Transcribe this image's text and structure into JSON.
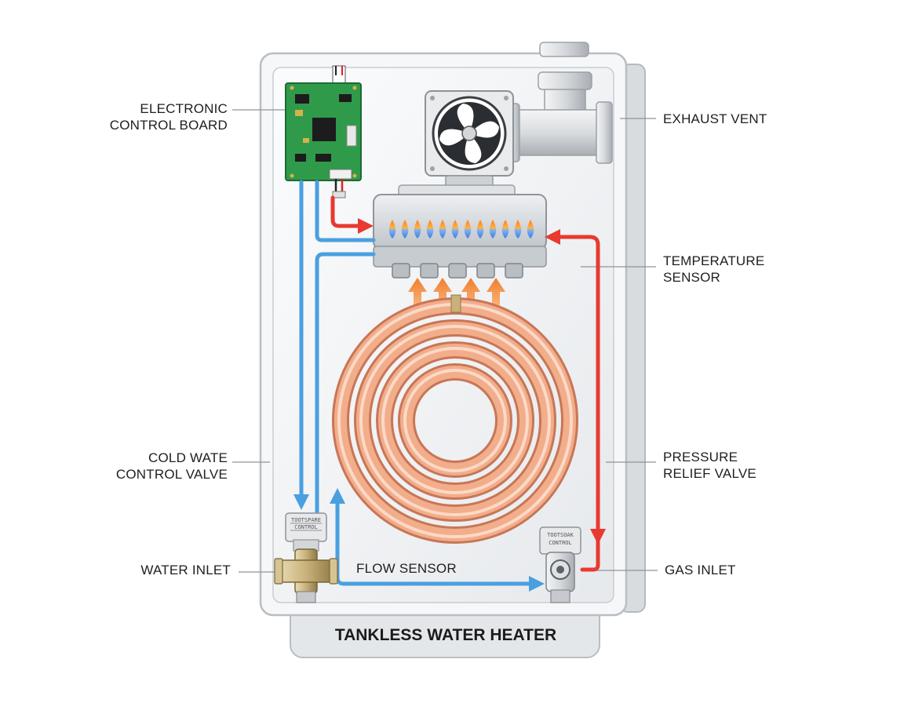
{
  "title": "TANKLESS WATER HEATER",
  "labels": {
    "electronic_control_board": [
      "ELECTRONIC",
      "CONTROL BOARD"
    ],
    "exhaust_vent": [
      "EXHAUST VENT"
    ],
    "temperature_sensor": [
      "TEMPERATURE",
      "SENSOR"
    ],
    "cold_water_control_valve": [
      "COLD WATE",
      "CONTROL VALVE"
    ],
    "pressure_relief_valve": [
      "PRESSURE",
      "RELIEF VALVE"
    ],
    "water_inlet": [
      "WATER INLET"
    ],
    "flow_sensor": [
      "FLOW SENSOR"
    ],
    "gas_inlet": [
      "GAS INLET"
    ]
  },
  "valve_plates": {
    "left": [
      "TOOTSPARE",
      "CONTROL"
    ],
    "right": [
      "TOOTSOAK",
      "CONTROL"
    ]
  },
  "colors": {
    "cold_water": "#4a9fe0",
    "hot_water": "#e83a30",
    "copper_coil": "#f0a885",
    "heat_arrow": "#f08a3a",
    "cabinet": "#eef0f2",
    "circuit_board": "#2f9a4a"
  },
  "icons": [
    "fan-icon",
    "exhaust-elbow-icon",
    "flame-icon",
    "valve-icon",
    "sensor-icon"
  ]
}
